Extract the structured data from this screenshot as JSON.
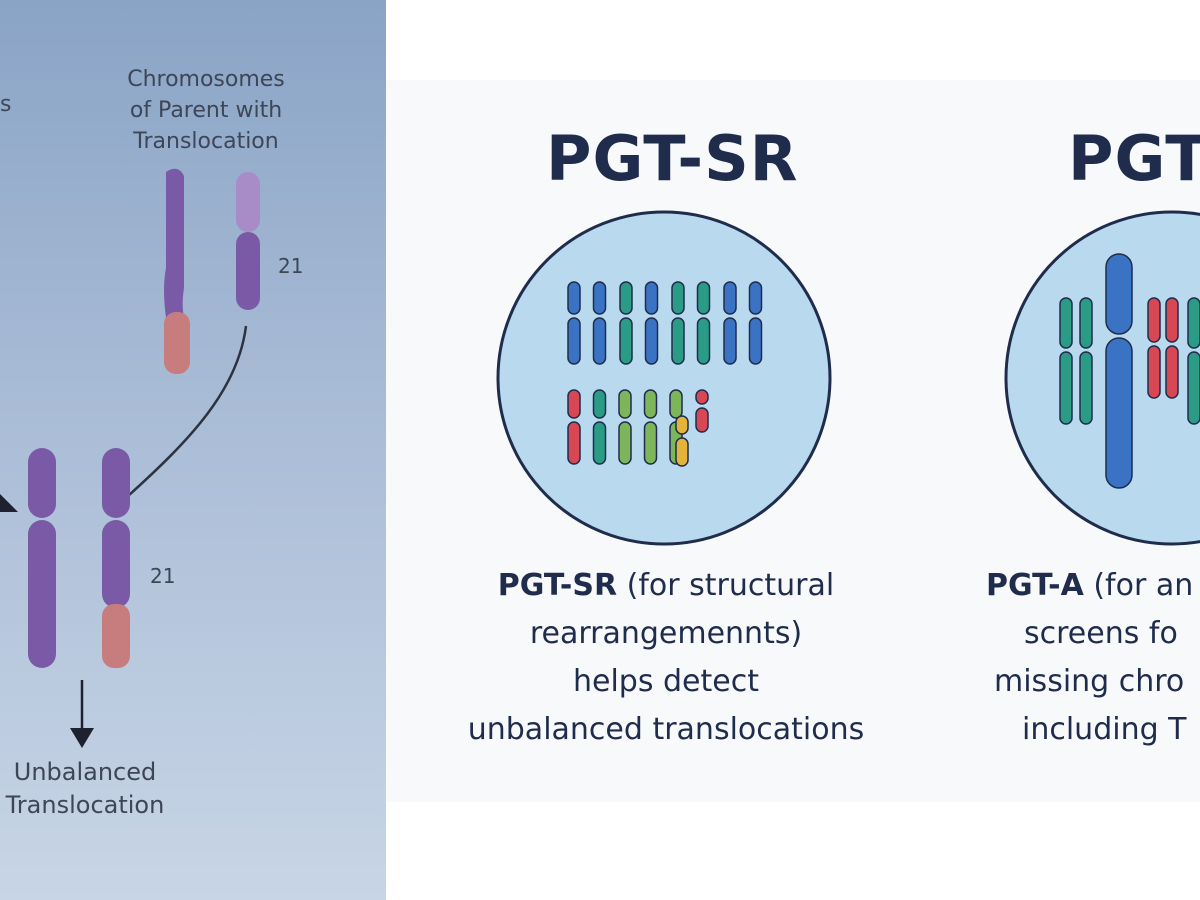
{
  "left_panel": {
    "parent_label_lines": [
      "Chromosomes",
      "of Parent with",
      "Translocation"
    ],
    "partial_label": "s",
    "chromosome_number_top": "21",
    "chromosome_number_bottom": "21",
    "result_label_lines": [
      "Unbalanced",
      "Translocation"
    ],
    "colors": {
      "chromosome_purple": "#7a5aa6",
      "chromosome_light": "#a78cc8",
      "translocated_segment": "#c77c7e",
      "connector_line": "#2d3240"
    }
  },
  "pgt_sr": {
    "title": "PGT-SR",
    "desc_bold": "PGT-SR",
    "desc_rest": " (for structural",
    "desc_lines": [
      "rearrangemennts)",
      "helps detect",
      "unbalanced translocations"
    ]
  },
  "pgt_a": {
    "title": "PGT-",
    "desc_bold": "PGT-A",
    "desc_rest": " (for an",
    "desc_lines": [
      "screens fo",
      "missing chro",
      "including T"
    ]
  },
  "colors": {
    "title": "#1f2c4c",
    "circle_fill": "#b9d9ee",
    "circle_stroke": "#1f2c4c",
    "chrom_blue": "#3b73c4",
    "chrom_teal": "#2a9c86",
    "chrom_red": "#d84854",
    "chrom_green": "#7cb55a",
    "chrom_yellow": "#e3b33a"
  }
}
